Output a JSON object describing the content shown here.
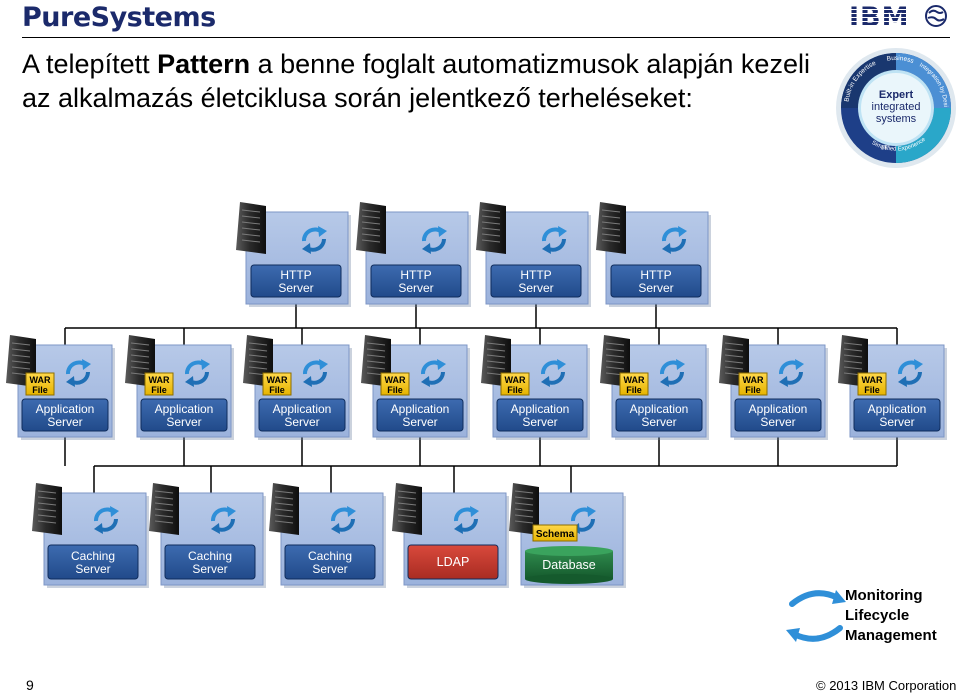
{
  "header": {
    "brand": "PureSystems",
    "corp": "IBM",
    "title_part1": "A telepített ",
    "title_bold": "Pattern",
    "title_part2": " a benne foglalt automatizmusok alapján kezeli az alkalmazás életciklusa során jelentkező terheléseket:"
  },
  "badge": {
    "center_top": "Expert",
    "center_mid": "integrated",
    "center_bottom": "systems",
    "ring_builtin": "Built-in Expertise",
    "ring_business": "Business",
    "ring_integration": "Integration by Design",
    "ring_it": "IT",
    "ring_simplified": "Simplified Experience"
  },
  "tiers": {
    "http": {
      "servers": [
        {
          "line1": "HTTP",
          "line2": "Server"
        },
        {
          "line1": "HTTP",
          "line2": "Server"
        },
        {
          "line1": "HTTP",
          "line2": "Server"
        },
        {
          "line1": "HTTP",
          "line2": "Server"
        }
      ]
    },
    "app": {
      "war_line1": "WAR",
      "war_line2": "File",
      "servers": [
        {
          "line1": "Application",
          "line2": "Server"
        },
        {
          "line1": "Application",
          "line2": "Server"
        },
        {
          "line1": "Application",
          "line2": "Server"
        },
        {
          "line1": "Application",
          "line2": "Server"
        },
        {
          "line1": "Application",
          "line2": "Server"
        },
        {
          "line1": "Application",
          "line2": "Server"
        },
        {
          "line1": "Application",
          "line2": "Server"
        },
        {
          "line1": "Application",
          "line2": "Server"
        }
      ]
    },
    "data": {
      "servers": [
        {
          "kind": "caching",
          "line1": "Caching",
          "line2": "Server"
        },
        {
          "kind": "caching",
          "line1": "Caching",
          "line2": "Server"
        },
        {
          "kind": "caching",
          "line1": "Caching",
          "line2": "Server"
        },
        {
          "kind": "ldap",
          "line1": "LDAP",
          "line2": ""
        },
        {
          "kind": "database",
          "line1": "Database",
          "line2": "",
          "tag": "Schema"
        }
      ]
    }
  },
  "legend": {
    "line1": "Monitoring",
    "line2": "Lifecycle",
    "line3": "Management"
  },
  "footer": {
    "page": "9",
    "copyright": "© 2013 IBM Corporation"
  },
  "colors": {
    "tile": "#a7bce0",
    "tile_edge": "#7d96c6",
    "label_blue": "#2a5598",
    "ldap_red": "#c0392b",
    "db_green": "#1e6b3a",
    "war_yellow": "#f5c400",
    "connector": "#000000",
    "arrow_blue": "#2f8fd8"
  }
}
